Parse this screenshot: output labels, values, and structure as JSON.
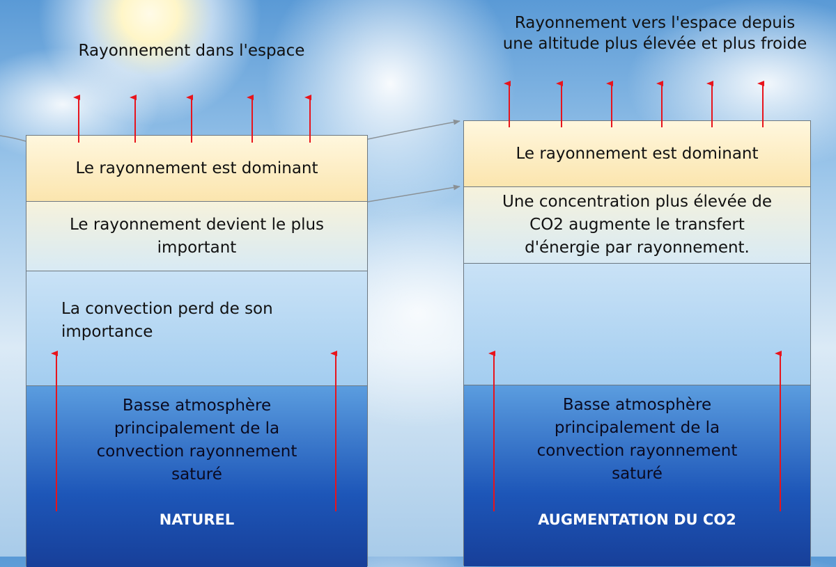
{
  "left": {
    "top_label": "Rayonnement dans l'espace",
    "layers": [
      "Le rayonnement est dominant",
      "Le rayonnement devient le plus important",
      "La convection perd de son importance",
      "Basse atmosphère principalement de la convection rayonnement saturé"
    ],
    "footer": "NATUREL"
  },
  "right": {
    "top_label": "Rayonnement vers l'espace depuis une altitude plus élevée et plus froide",
    "layers": [
      "Le rayonnement est dominant",
      "Une concentration plus élevée de CO2 augmente le transfert d'énergie par rayonnement.",
      "",
      "Basse atmosphère principalement de la convection rayonnement saturé"
    ],
    "footer": "AUGMENTATION DU CO2"
  },
  "colors": {
    "arrow": "#e8141c",
    "border": "#6c7780"
  }
}
